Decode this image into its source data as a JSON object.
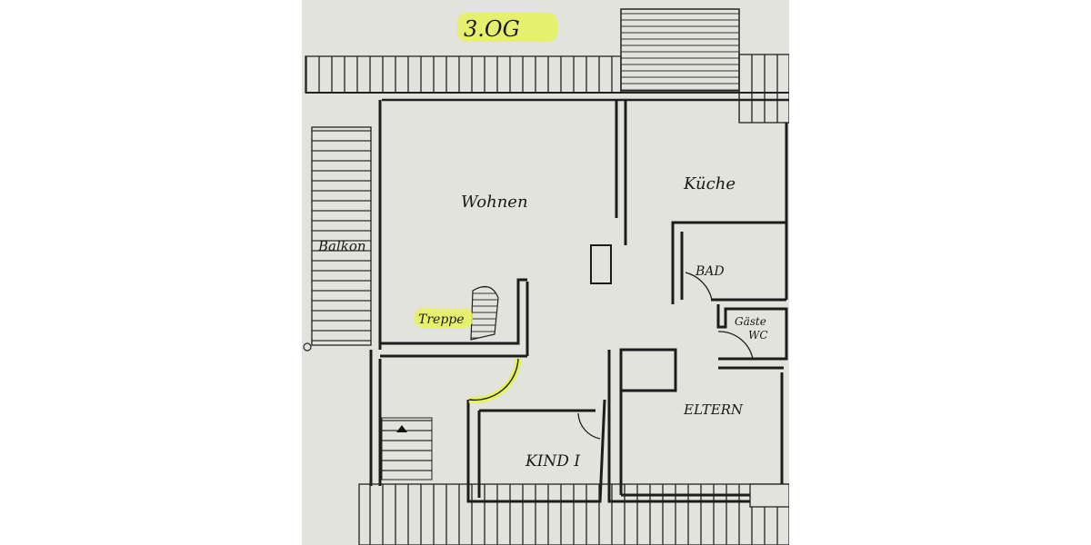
{
  "floor_label": "3.OG",
  "colors": {
    "paper": "#e3e3dd",
    "ink": "#1c1c1c",
    "highlight": "#e6f25a",
    "page": "#ffffff"
  },
  "rooms": [
    {
      "id": "wohnen",
      "label": "Wohnen"
    },
    {
      "id": "kueche",
      "label": "Küche"
    },
    {
      "id": "balkon",
      "label": "Balkon"
    },
    {
      "id": "bad",
      "label": "BAD"
    },
    {
      "id": "gaeste-wc",
      "label_line1": "Gäste",
      "label_line2": "WC"
    },
    {
      "id": "treppe",
      "label": "Treppe"
    },
    {
      "id": "eltern",
      "label": "ELTERN"
    },
    {
      "id": "kind1",
      "label": "KIND I"
    }
  ]
}
